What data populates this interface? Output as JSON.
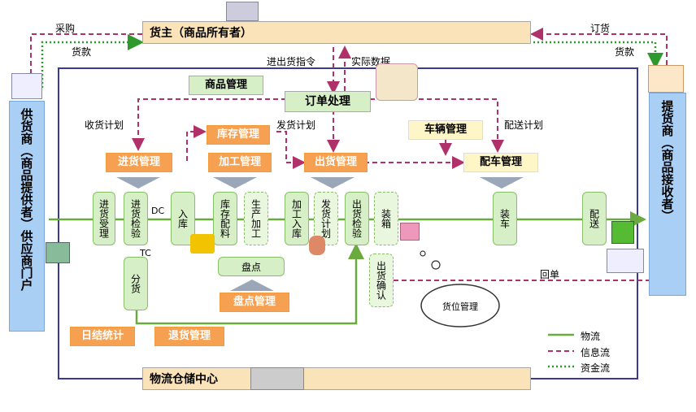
{
  "title_top": "货主（商品所有者）",
  "bottom_title": "物流仓储中心",
  "left_side": "供货商（商品提供者）供应商门户",
  "right_side": "提货商（商品接收者）",
  "top_left_labels": {
    "purchase": "采购",
    "payment": "货款"
  },
  "top_right_labels": {
    "order": "订货",
    "payment": "货款"
  },
  "info_labels": {
    "in_out_instruction": "进出货指令",
    "actual_data": "实际数据",
    "receive_plan": "收货计划",
    "ship_plan": "发货计划",
    "delivery_plan": "配送计划",
    "return_receipt": "回单",
    "dc": "DC",
    "tc": "TC"
  },
  "mgmt": {
    "goods": "商品管理",
    "order": "订单处理",
    "inventory": "库存管理",
    "vehicle": "车辆管理",
    "inbound": "进货管理",
    "processing": "加工管理",
    "outbound": "出货管理",
    "dispatch": "配车管理",
    "stocktake": "盘点管理",
    "daily": "日结统计",
    "returns": "退货管理"
  },
  "process": {
    "p1": "进货受理",
    "p2": "进货检验",
    "p3": "入库",
    "p4": "库存配料",
    "p5": "生产加工",
    "p6": "加工入库",
    "p7": "发货计划",
    "p8": "出货检验",
    "p9": "装箱",
    "p10": "装车",
    "p11": "配送",
    "p12": "分货",
    "p13": "出货确认",
    "stocktake": "盘点",
    "cloud": "货位管理"
  },
  "legend": {
    "logistics": "物流",
    "info": "信息流",
    "fund": "资金流"
  },
  "colors": {
    "logistics": "#6aaa3f",
    "info": "#b0306a",
    "fund": "#2e9a2e",
    "frame": "#3a3a90",
    "orange": "#f6a052"
  }
}
